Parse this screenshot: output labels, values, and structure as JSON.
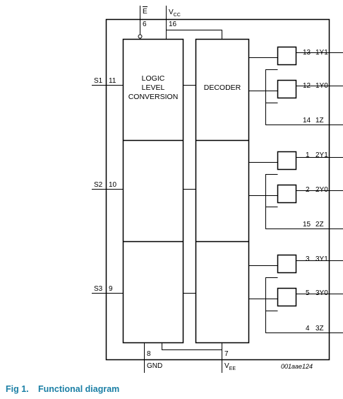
{
  "inputs": {
    "enable": {
      "name": "E",
      "pin": "6"
    },
    "vcc": {
      "name": "V",
      "sub": "CC",
      "pin": "16"
    },
    "s1": {
      "name": "S1",
      "pin": "11"
    },
    "s2": {
      "name": "S2",
      "pin": "10"
    },
    "s3": {
      "name": "S3",
      "pin": "9"
    },
    "gnd": {
      "name": "GND",
      "pin": "8"
    },
    "vee": {
      "name": "V",
      "sub": "EE",
      "pin": "7"
    }
  },
  "blocks": {
    "logic": {
      "lines": [
        "LOGIC",
        "LEVEL",
        "CONVERSION"
      ]
    },
    "decoder": {
      "label": "DECODER"
    }
  },
  "channels": [
    {
      "outputs": [
        {
          "name": "1Y1",
          "pin": "13"
        },
        {
          "name": "1Y0",
          "pin": "12"
        }
      ],
      "common": {
        "name": "1Z",
        "pin": "14"
      }
    },
    {
      "outputs": [
        {
          "name": "2Y1",
          "pin": "1"
        },
        {
          "name": "2Y0",
          "pin": "2"
        }
      ],
      "common": {
        "name": "2Z",
        "pin": "15"
      }
    },
    {
      "outputs": [
        {
          "name": "3Y1",
          "pin": "3"
        },
        {
          "name": "3Y0",
          "pin": "5"
        }
      ],
      "common": {
        "name": "3Z",
        "pin": "4"
      }
    }
  ],
  "reference": "001aae124",
  "caption": {
    "number": "Fig 1.",
    "title": "Functional diagram"
  },
  "colors": {
    "line": "#000000",
    "caption": "#1b7fa5"
  }
}
